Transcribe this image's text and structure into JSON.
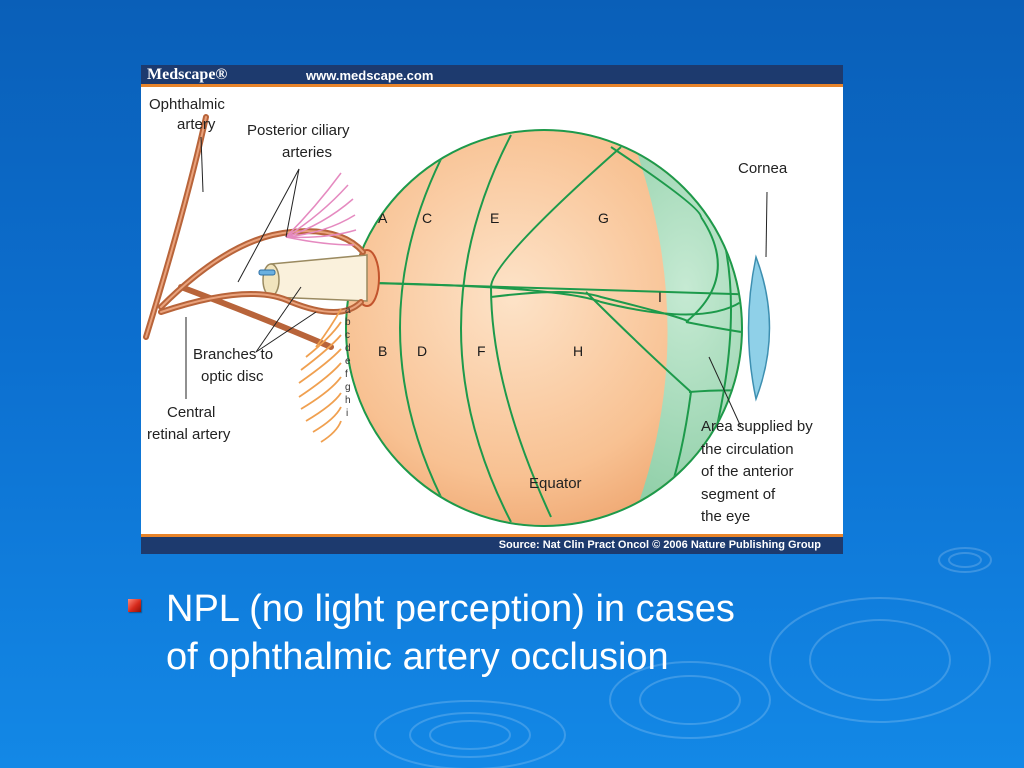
{
  "figure": {
    "brand": "Medscape®",
    "url": "www.medscape.com",
    "source": "Source: Nat Clin Pract Oncol © 2006 Nature Publishing Group"
  },
  "labels": {
    "ophthalmic_artery": [
      "Ophthalmic",
      "artery"
    ],
    "posterior_ciliary": [
      "Posterior ciliary",
      "arteries"
    ],
    "branches_optic_disc": [
      "Branches to",
      "optic disc"
    ],
    "central_retinal": [
      "Central",
      "retinal artery"
    ],
    "cornea": "Cornea",
    "equator": "Equator",
    "anterior_area": [
      "Area supplied by",
      "the circulation",
      "of the anterior",
      "segment of",
      "the eye"
    ]
  },
  "zones": [
    "A",
    "C",
    "E",
    "G",
    "B",
    "D",
    "F",
    "H",
    "I"
  ],
  "sub_letters": [
    "a",
    "b",
    "c",
    "d",
    "e",
    "f",
    "g",
    "h",
    "i"
  ],
  "colors": {
    "globe": "#f9c9a0",
    "anterior": "#9bd6b0",
    "meridian": "#1d9a4b",
    "artery": "#c86a3a",
    "pink_ciliary": "#e58ac0",
    "orange_ciliary": "#f0a050"
  },
  "bullet": {
    "text_lines": [
      "NPL (no light perception) in cases",
      "of ophthalmic artery occlusion"
    ]
  }
}
